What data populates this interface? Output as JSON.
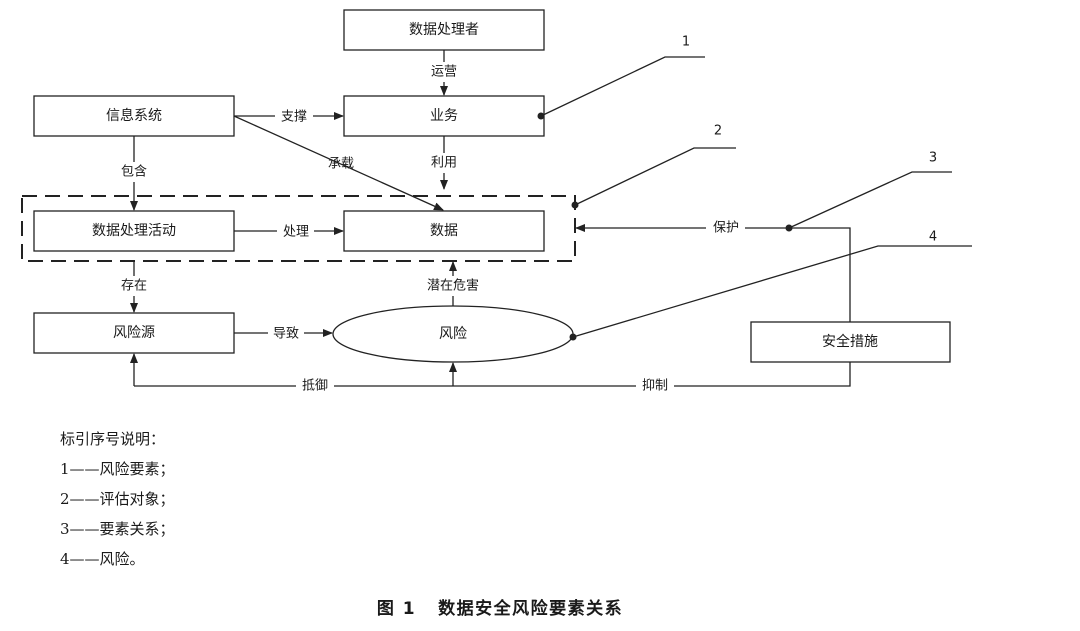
{
  "nodes": {
    "data_processor": "数据处理者",
    "business": "业务",
    "info_system": "信息系统",
    "processing_activity": "数据处理活动",
    "data": "数据",
    "risk_source": "风险源",
    "risk": "风险",
    "security_measures": "安全措施"
  },
  "edges": {
    "operate": "运营",
    "support": "支撑",
    "carry": "承载",
    "use": "利用",
    "contain": "包含",
    "process": "处理",
    "protect": "保护",
    "exist": "存在",
    "potential_harm": "潜在危害",
    "lead_to": "导致",
    "resist": "抵御",
    "suppress": "抑制"
  },
  "callouts": [
    "1",
    "2",
    "3",
    "4"
  ],
  "legend": {
    "title": "标引序号说明：",
    "items": [
      "1——风险要素；",
      "2——评估对象；",
      "3——要素关系；",
      "4——风险。"
    ]
  },
  "caption": {
    "number": "图 1",
    "title": "数据安全风险要素关系"
  }
}
